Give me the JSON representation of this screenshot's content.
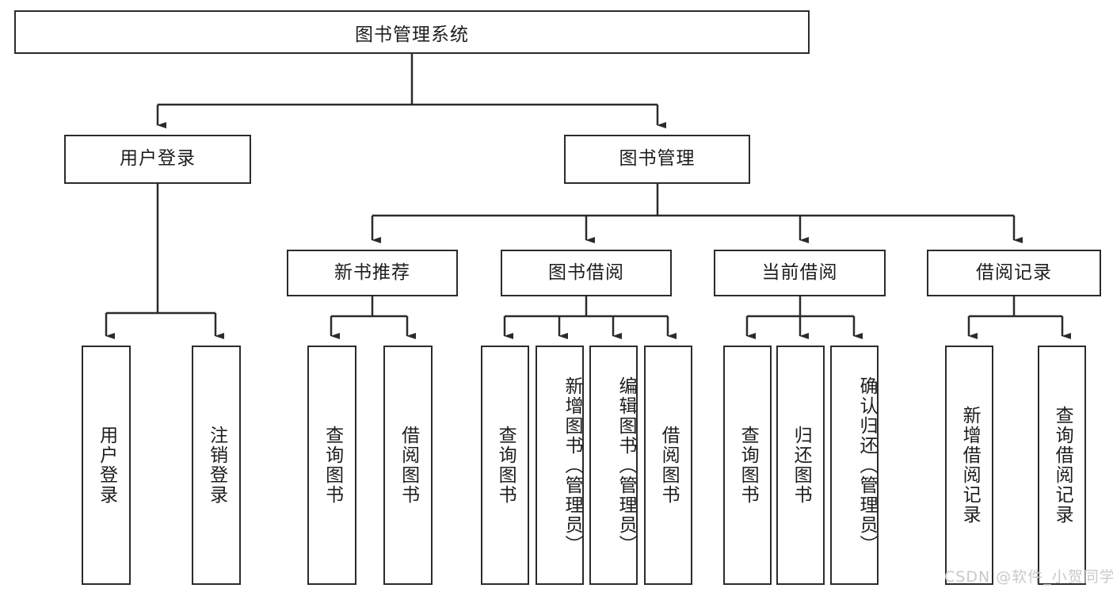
{
  "diagram": {
    "title": "图书管理系统",
    "root": {
      "label": "图书管理系统"
    },
    "level1": [
      {
        "label": "用户登录"
      },
      {
        "label": "图书管理"
      }
    ],
    "level2": [
      {
        "label": "新书推荐"
      },
      {
        "label": "图书借阅"
      },
      {
        "label": "当前借阅"
      },
      {
        "label": "借阅记录"
      }
    ],
    "leaves_user_login": [
      {
        "label": "用户登录"
      },
      {
        "label": "注销登录"
      }
    ],
    "leaves_new_book": [
      {
        "label": "查询图书"
      },
      {
        "label": "借阅图书"
      }
    ],
    "leaves_borrow": [
      {
        "label": "查询图书"
      },
      {
        "label": "新增图书（管理员）"
      },
      {
        "label": "编辑图书（管理员）"
      },
      {
        "label": "借阅图书"
      }
    ],
    "leaves_current": [
      {
        "label": "查询图书"
      },
      {
        "label": "归还图书"
      },
      {
        "label": "确认归还（管理员）"
      }
    ],
    "leaves_records": [
      {
        "label": "新增借阅记录"
      },
      {
        "label": "查询借阅记录"
      }
    ]
  },
  "watermark": {
    "text": "CSDN @软件_小贺同学"
  },
  "colors": {
    "box_border": "#2b2b2b",
    "box_fill": "#ffffff",
    "line": "#2b2b2b",
    "text": "#1d1d1d",
    "watermark": "#c9c9c9"
  }
}
